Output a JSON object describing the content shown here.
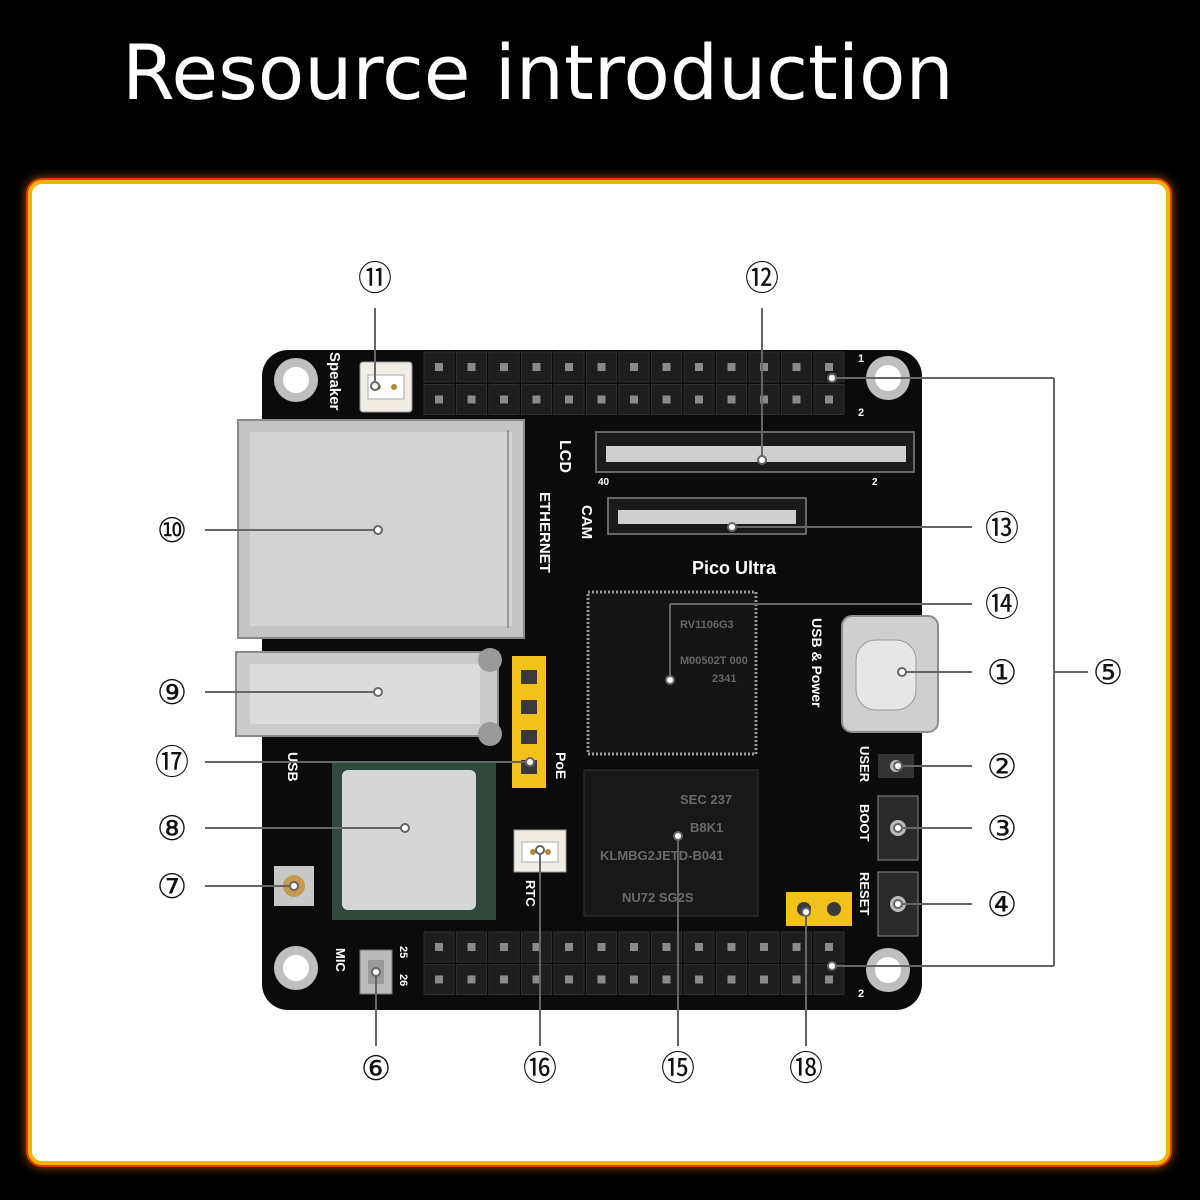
{
  "title": "Resource introduction",
  "silkscreen": {
    "speaker": "Speaker",
    "lcd": "LCD",
    "ethernet": "ETHERNET",
    "cam": "CAM",
    "brand": "Pico Ultra",
    "usb_power": "USB & Power",
    "usb": "USB",
    "poe": "PoE",
    "user": "USER",
    "boot": "BOOT",
    "reset": "RESET",
    "mic": "MIC",
    "rtc": "RTC",
    "pin1": "1",
    "pin2": "2",
    "pin25": "25",
    "pin26": "26",
    "fpc40": "40",
    "fpc2": "2",
    "emmc_lines": [
      "SEC 237",
      "B8K1",
      "KLMBG2JETD-B041",
      "NU72 SG2S"
    ],
    "soc_lines": [
      "RV1106G3",
      "",
      "M00502T 000",
      "2341"
    ]
  },
  "callouts": {
    "c1": "①",
    "c2": "②",
    "c3": "③",
    "c4": "④",
    "c5": "⑤",
    "c6": "⑥",
    "c7": "⑦",
    "c8": "⑧",
    "c9": "⑨",
    "c10": "⑩",
    "c11": "⑪",
    "c12": "⑫",
    "c13": "⑬",
    "c14": "⑭",
    "c15": "⑮",
    "c16": "⑯",
    "c17": "⑰",
    "c18": "⑱"
  }
}
